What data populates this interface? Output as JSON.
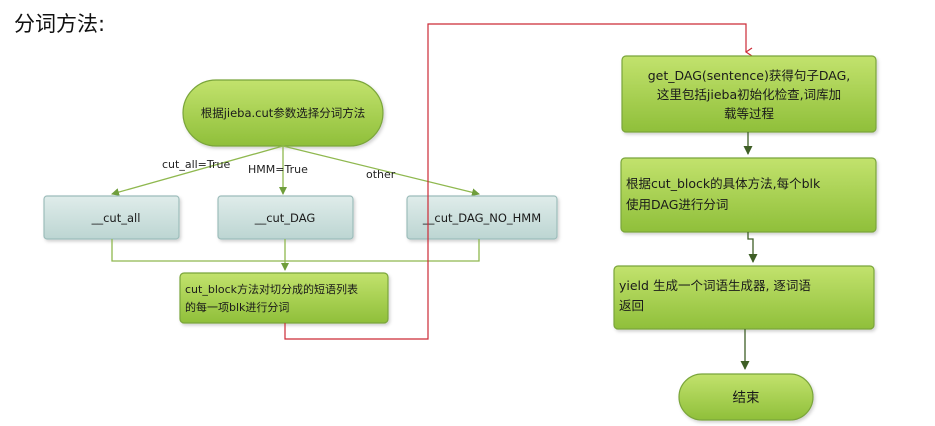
{
  "title": "分词方法:",
  "nodes": {
    "start": "根据jieba.cut参数选择分词方法",
    "cut_all": "__cut_all",
    "cut_dag": "__cut_DAG",
    "cut_dag_no_hmm": "__cut_DAG_NO_HMM",
    "cut_block": [
      "cut_block方法对切分成的短语列表",
      "的每一项blk进行分词"
    ],
    "get_dag": [
      "get_DAG(sentence)获得句子DAG,",
      "这里包括jieba初始化检查,词库加",
      "载等过程"
    ],
    "block_method": [
      "根据cut_block的具体方法,每个blk",
      "使用DAG进行分词"
    ],
    "yield": [
      "yield 生成一个词语生成器, 逐词语",
      "返回"
    ],
    "end": "结束"
  },
  "edge_labels": {
    "cut_all": "cut_all=True",
    "hmm": "HMM=True",
    "other": "other"
  },
  "colors": {
    "green_fill": "#a6cf4a",
    "green_stroke": "#7aa53a",
    "teal_fill": "#cde0df",
    "teal_stroke": "#9dbdbb",
    "connector": "#8fb84f",
    "jump_line": "#cc2a36"
  }
}
